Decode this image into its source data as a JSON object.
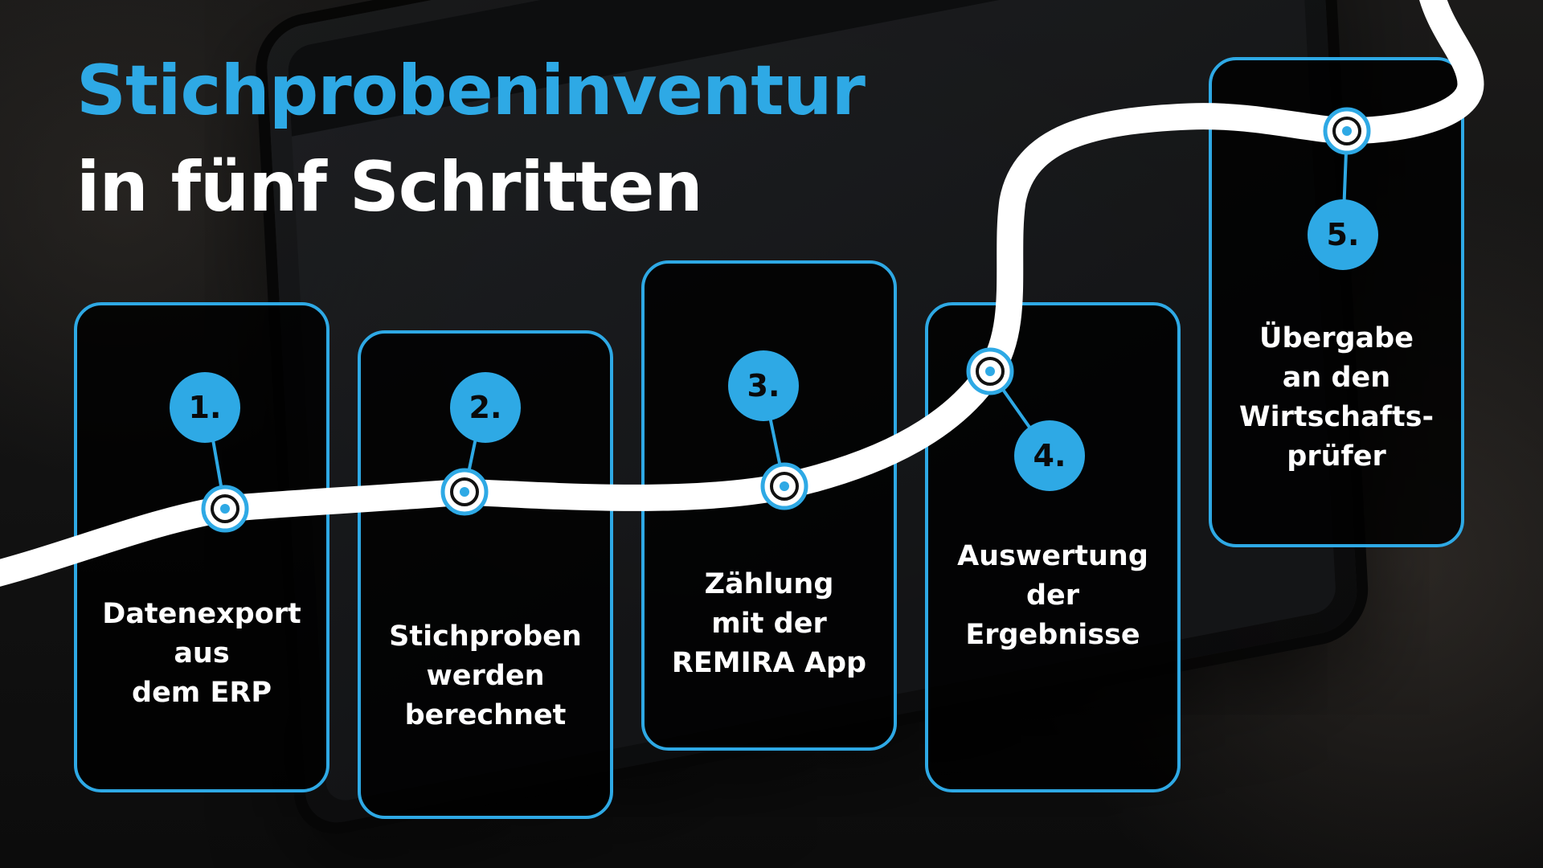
{
  "title": {
    "line1": "Stichprobeninventur",
    "line2": "in fünf Schritten"
  },
  "colors": {
    "accent": "#2ea9e5",
    "path": "#ffffff",
    "box_fill": "#000000",
    "text": "#ffffff"
  },
  "steps": [
    {
      "number": "1.",
      "lines": [
        "Datenexport",
        "aus",
        "dem ERP"
      ]
    },
    {
      "number": "2.",
      "lines": [
        "Stichproben",
        "werden",
        "berechnet"
      ]
    },
    {
      "number": "3.",
      "lines": [
        "Zählung",
        "mit der",
        "REMIRA App"
      ]
    },
    {
      "number": "4.",
      "lines": [
        "Auswertung",
        "der",
        "Ergebnisse"
      ]
    },
    {
      "number": "5.",
      "lines": [
        "Übergabe",
        "an den",
        "Wirtschafts-",
        "prüfer"
      ]
    }
  ]
}
